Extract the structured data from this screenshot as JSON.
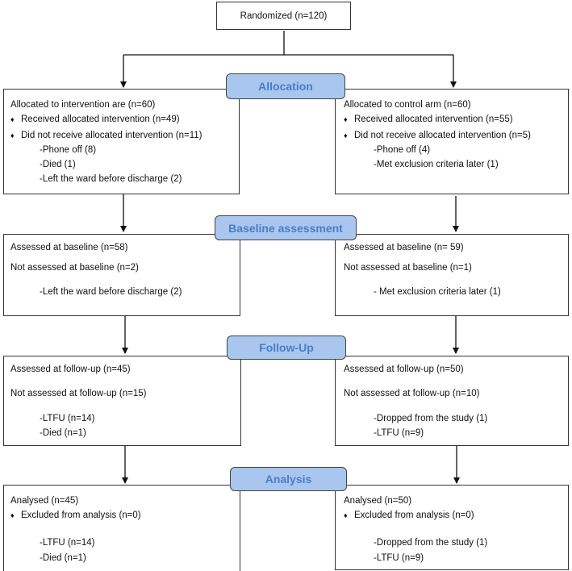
{
  "top": {
    "randomized": "Randomized (n=120)"
  },
  "stages": {
    "allocation": "Allocation",
    "baseline": "Baseline assessment",
    "followup": "Follow-Up",
    "analysis": "Analysis"
  },
  "bullet": "♦",
  "allocation": {
    "left": {
      "title": "Allocated to intervention are (n=60)",
      "received": "Received allocated intervention (n=49)",
      "not_received": "Did not receive allocated intervention  (n=11)",
      "reasons": [
        "-Phone off (8)",
        "-Died (1)",
        "-Left the ward before discharge (2)"
      ]
    },
    "right": {
      "title": "Allocated to control arm (n=60)",
      "received": "Received allocated intervention (n=55)",
      "not_received": "Did not receive allocated intervention  (n=5)",
      "reasons": [
        "-Phone off (4)",
        "-Met exclusion criteria later (1)"
      ]
    }
  },
  "baseline": {
    "left": {
      "assessed": "Assessed at baseline (n=58)",
      "not_assessed": "Not assessed at baseline (n=2)",
      "reasons": [
        "-Left the ward before discharge (2)"
      ]
    },
    "right": {
      "assessed": "Assessed at baseline (n= 59)",
      "not_assessed": "Not assessed at baseline (n=1)",
      "reasons": [
        "- Met exclusion criteria later (1)"
      ]
    }
  },
  "followup": {
    "left": {
      "assessed": "Assessed at follow-up (n=45)",
      "not_assessed": "Not assessed at follow-up (n=15)",
      "reasons": [
        "-LTFU (n=14)",
        "-Died (n=1)"
      ]
    },
    "right": {
      "assessed": "Assessed at follow-up (n=50)",
      "not_assessed": "Not assessed at follow-up (n=10)",
      "reasons": [
        "-Dropped from the study (1)",
        "-LTFU (n=9)"
      ]
    }
  },
  "analysis": {
    "left": {
      "analysed": "Analysed  (n=45)",
      "excluded": "Excluded from analysis (n=0)",
      "reasons": [
        "-LTFU (n=14)",
        "-Died (n=1)"
      ]
    },
    "right": {
      "analysed": "Analysed  (n=50)",
      "excluded": "Excluded from analysis (n=0)",
      "reasons": [
        "-Dropped from the study (1)",
        "-LTFU (n=9)"
      ]
    }
  }
}
